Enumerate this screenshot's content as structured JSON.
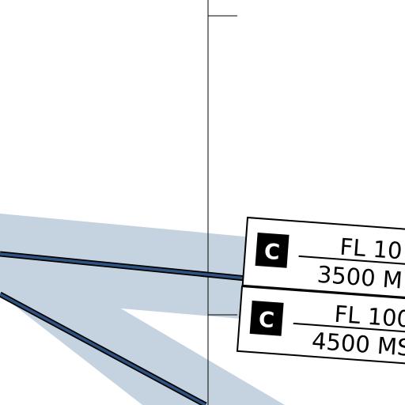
{
  "colors": {
    "background": "#ffffff",
    "corridor_fill": "#c5d3e0",
    "route_line": "#2e5383",
    "route_outline": "#000000",
    "meridian_line": "#000000",
    "box_fill": "#ffffff",
    "box_border": "#000000",
    "badge_fill": "#000000",
    "badge_text": "#ffffff"
  },
  "airspace_labels": [
    {
      "airspace_class": "C",
      "upper_limit": "FL 10",
      "lower_limit": "3500 M"
    },
    {
      "airspace_class": "C",
      "upper_limit": "FL 100",
      "lower_limit": "4500 MS"
    }
  ]
}
